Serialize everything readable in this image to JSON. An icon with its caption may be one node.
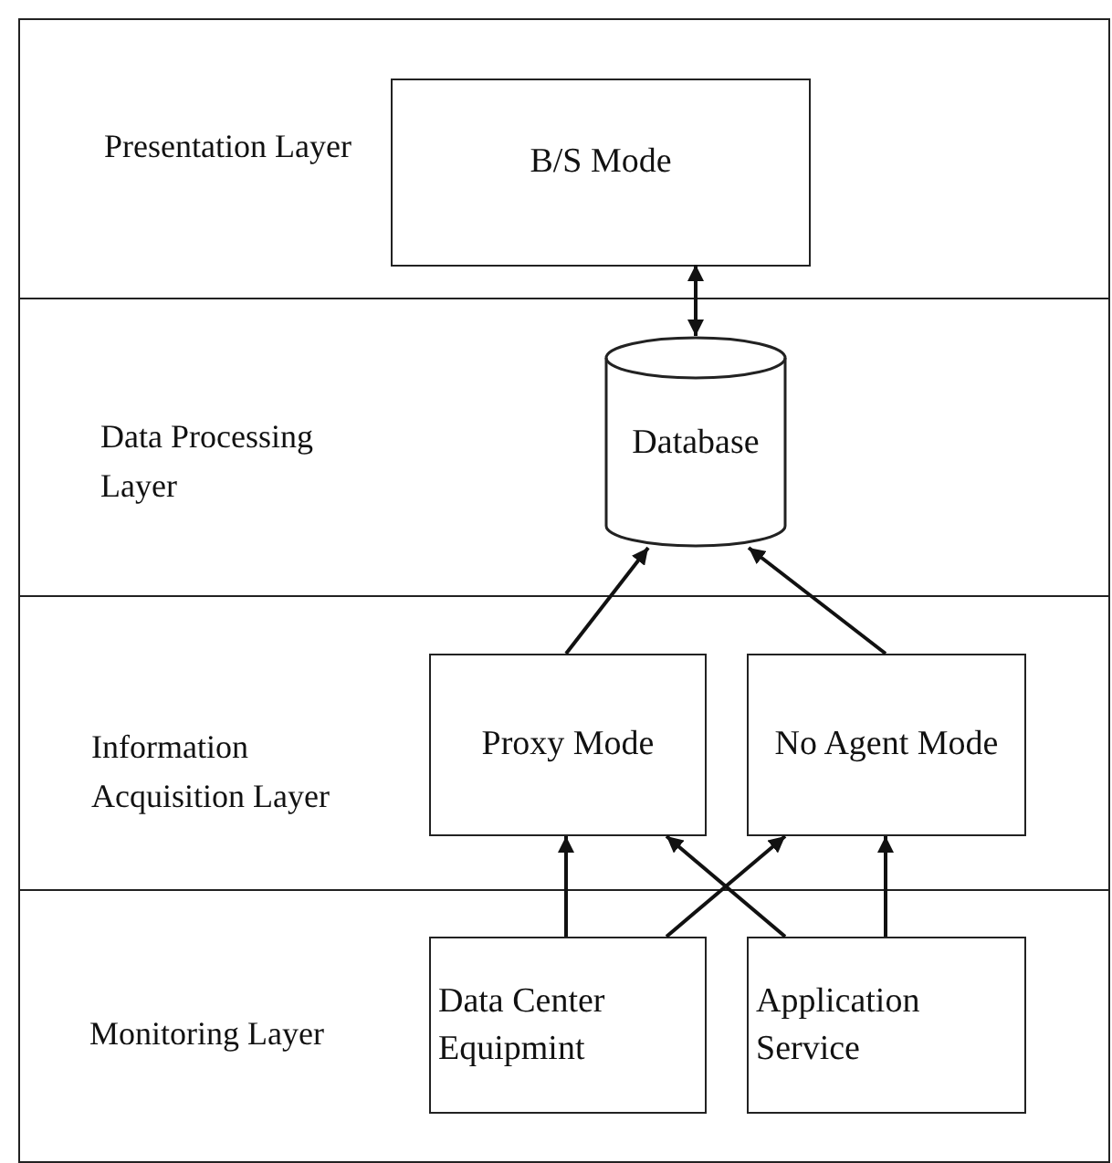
{
  "diagram": {
    "nodes": [
      {
        "text": [
          "Presentation Layer"
        ]
      },
      {
        "text": [
          "B/S Mode"
        ],
        "in": 0
      },
      {
        "text": [
          "Data Processing Layer"
        ]
      },
      {
        "text": [
          "Database"
        ],
        "in": 2
      },
      {
        "text": [
          "Information Acquisition Layer"
        ]
      },
      {
        "text": [
          "Proxy Mode"
        ],
        "in": 4
      },
      {
        "text": [
          "No Agent Mode"
        ],
        "in": 4
      },
      {
        "text": [
          "Monitoring Layer"
        ]
      },
      {
        "text": [
          "Data Center Equipmint"
        ],
        "in": 7
      },
      {
        "text": [
          "Application Service"
        ],
        "in": 7
      }
    ],
    "edges": [
      {
        "from": 1,
        "to": 3,
        "arrow": "both"
      },
      {
        "from": 5,
        "to": 3,
        "arrow": "to"
      },
      {
        "from": 6,
        "to": 3,
        "arrow": "to"
      },
      {
        "from": 8,
        "to": 5,
        "arrow": "to"
      },
      {
        "from": 8,
        "to": 6,
        "arrow": "to"
      },
      {
        "from": 9,
        "to": 5,
        "arrow": "to"
      },
      {
        "from": 9,
        "to": 6,
        "arrow": "to"
      }
    ]
  }
}
